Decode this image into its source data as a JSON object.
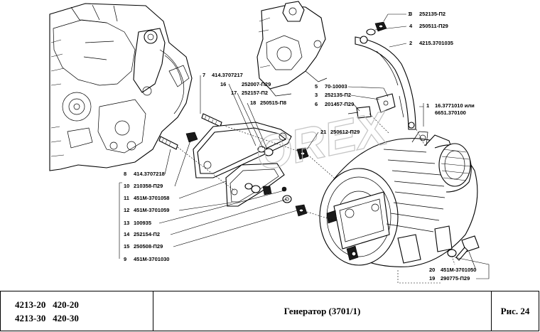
{
  "callouts": [
    {
      "num": "1",
      "codes": [
        "16.3771010 или",
        "6651.370100"
      ]
    },
    {
      "num": "2",
      "codes": [
        "4215.3701035"
      ]
    },
    {
      "num": "3",
      "codes": [
        "252135-П2"
      ]
    },
    {
      "num": "4",
      "codes": [
        "250511-П29"
      ]
    },
    {
      "num": "5",
      "codes": [
        "70-10003"
      ]
    },
    {
      "num": "3",
      "codes": [
        "252135-П2"
      ]
    },
    {
      "num": "6",
      "codes": [
        "201457-П29"
      ]
    },
    {
      "num": "7",
      "codes": [
        "414.3707217"
      ]
    },
    {
      "num": "16",
      "codes": [
        "252007-П29"
      ]
    },
    {
      "num": "17",
      "codes": [
        "252157-П2"
      ]
    },
    {
      "num": "18",
      "codes": [
        "250515-П8"
      ]
    },
    {
      "num": "21",
      "codes": [
        "250612-П29"
      ]
    },
    {
      "num": "8",
      "codes": [
        "414.3707218"
      ]
    },
    {
      "num": "10",
      "codes": [
        "210358-П29"
      ]
    },
    {
      "num": "11",
      "codes": [
        "451М-3701058"
      ]
    },
    {
      "num": "12",
      "codes": [
        "451М-3701059"
      ]
    },
    {
      "num": "13",
      "codes": [
        "100935"
      ]
    },
    {
      "num": "14",
      "codes": [
        "252154-П2"
      ]
    },
    {
      "num": "15",
      "codes": [
        "250508-П29"
      ]
    },
    {
      "num": "9",
      "codes": [
        "451М-3701030"
      ]
    },
    {
      "num": "20",
      "codes": [
        "451М-3701050"
      ]
    },
    {
      "num": "19",
      "codes": [
        "290775-П29"
      ]
    }
  ],
  "title_block": {
    "models": [
      "4213-20   420-20",
      "4213-30   420-30"
    ],
    "title": "Генератор (3701/1)",
    "figure": "Рис. 24"
  },
  "watermark": "OREX"
}
